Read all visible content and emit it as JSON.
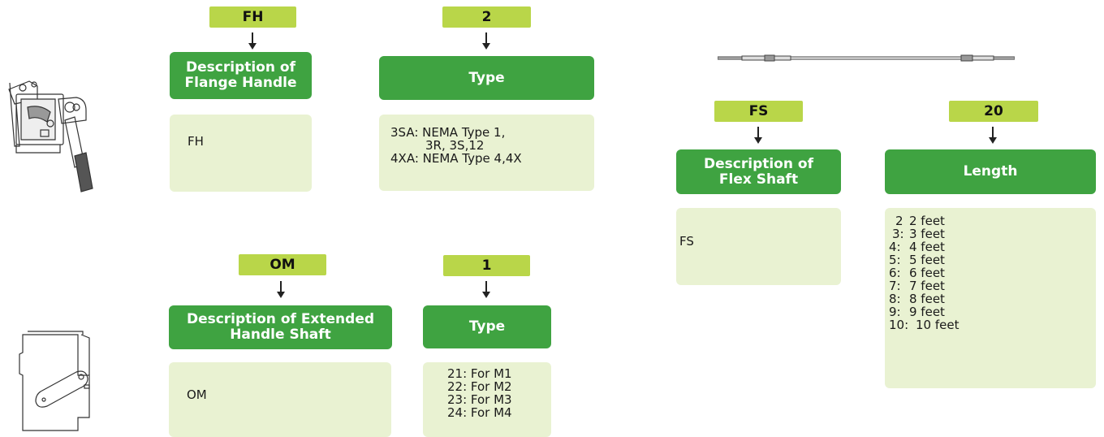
{
  "flange": {
    "code_tag": "FH",
    "type_tag": "2",
    "desc_header": "Description of Flange Handle",
    "type_header": "Type",
    "desc_value": "FH",
    "type_options": [
      "3SA: NEMA Type 1,",
      "3R, 3S,12",
      "4XA: NEMA Type 4,4X"
    ]
  },
  "extended": {
    "code_tag": "OM",
    "type_tag": "1",
    "desc_header": "Description of Extended Handle Shaft",
    "type_header": "Type",
    "desc_value": "OM",
    "type_options": [
      "21: For M1",
      "22: For M2",
      "23: For M3",
      "24: For M4"
    ]
  },
  "flex": {
    "code_tag": "FS",
    "length_tag": "20",
    "desc_header": "Description of Flex Shaft",
    "length_header": "Length",
    "desc_value": "FS",
    "length_options": [
      {
        "code": "2",
        "label": "2 feet"
      },
      {
        "code": "3:",
        "label": "3 feet"
      },
      {
        "code": "4:",
        "label": "4 feet"
      },
      {
        "code": "5:",
        "label": "5 feet"
      },
      {
        "code": "6:",
        "label": "6 feet"
      },
      {
        "code": "7:",
        "label": "7 feet"
      },
      {
        "code": "8:",
        "label": "8 feet"
      },
      {
        "code": "9:",
        "label": "9 feet"
      },
      {
        "code": "10:",
        "label": "10 feet"
      }
    ]
  },
  "colors": {
    "tag": "#b9d649",
    "header": "#3fa341",
    "box": "#e9f2d2"
  }
}
